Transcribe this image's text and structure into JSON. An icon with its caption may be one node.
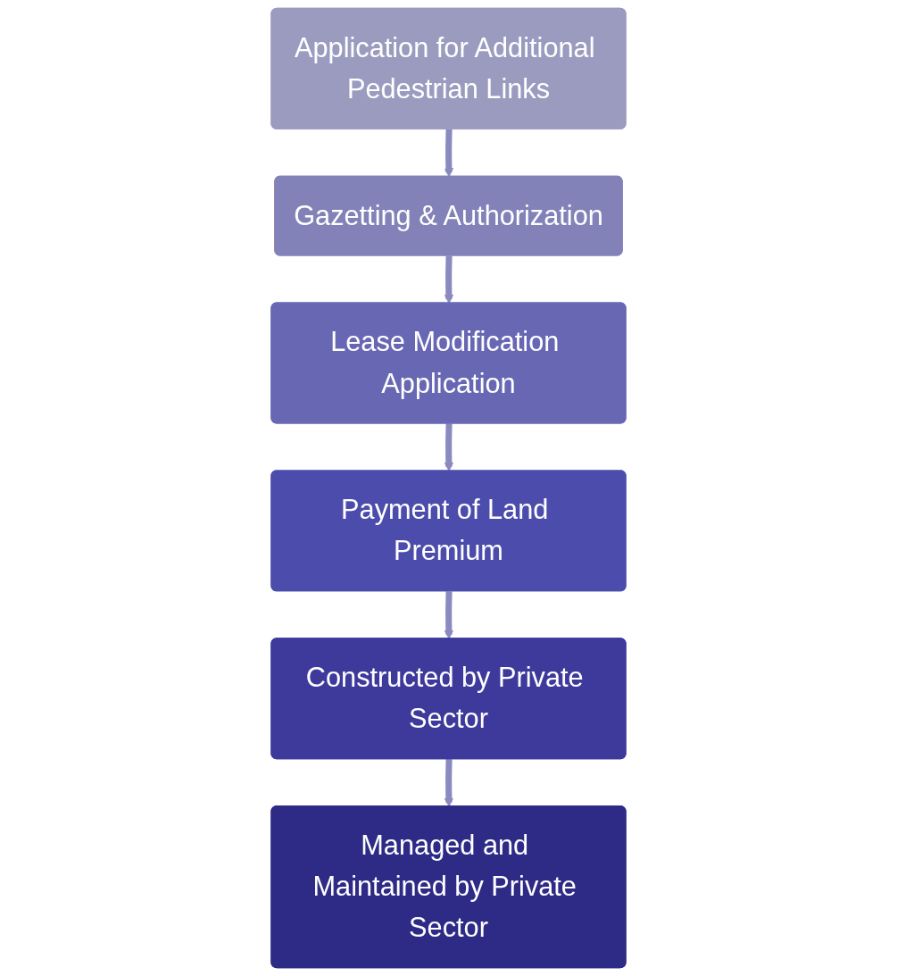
{
  "diagram": {
    "nodes": [
      {
        "text": [
          "Application for Additional Pedestrian Links"
        ]
      },
      {
        "text": [
          "Gazetting & Authorization"
        ]
      },
      {
        "text": [
          "Lease Modification Application"
        ]
      },
      {
        "text": [
          "Payment of Land Premium"
        ]
      },
      {
        "text": [
          "Constructed by Private Sector"
        ]
      },
      {
        "text": [
          "Managed and Maintained by Private Sector"
        ]
      }
    ],
    "edges": [
      {
        "from": 0,
        "to": 1,
        "arrow": "to"
      },
      {
        "from": 1,
        "to": 2,
        "arrow": "to"
      },
      {
        "from": 2,
        "to": 3,
        "arrow": "to"
      },
      {
        "from": 3,
        "to": 4,
        "arrow": "to"
      },
      {
        "from": 4,
        "to": 5,
        "arrow": "to"
      }
    ]
  }
}
